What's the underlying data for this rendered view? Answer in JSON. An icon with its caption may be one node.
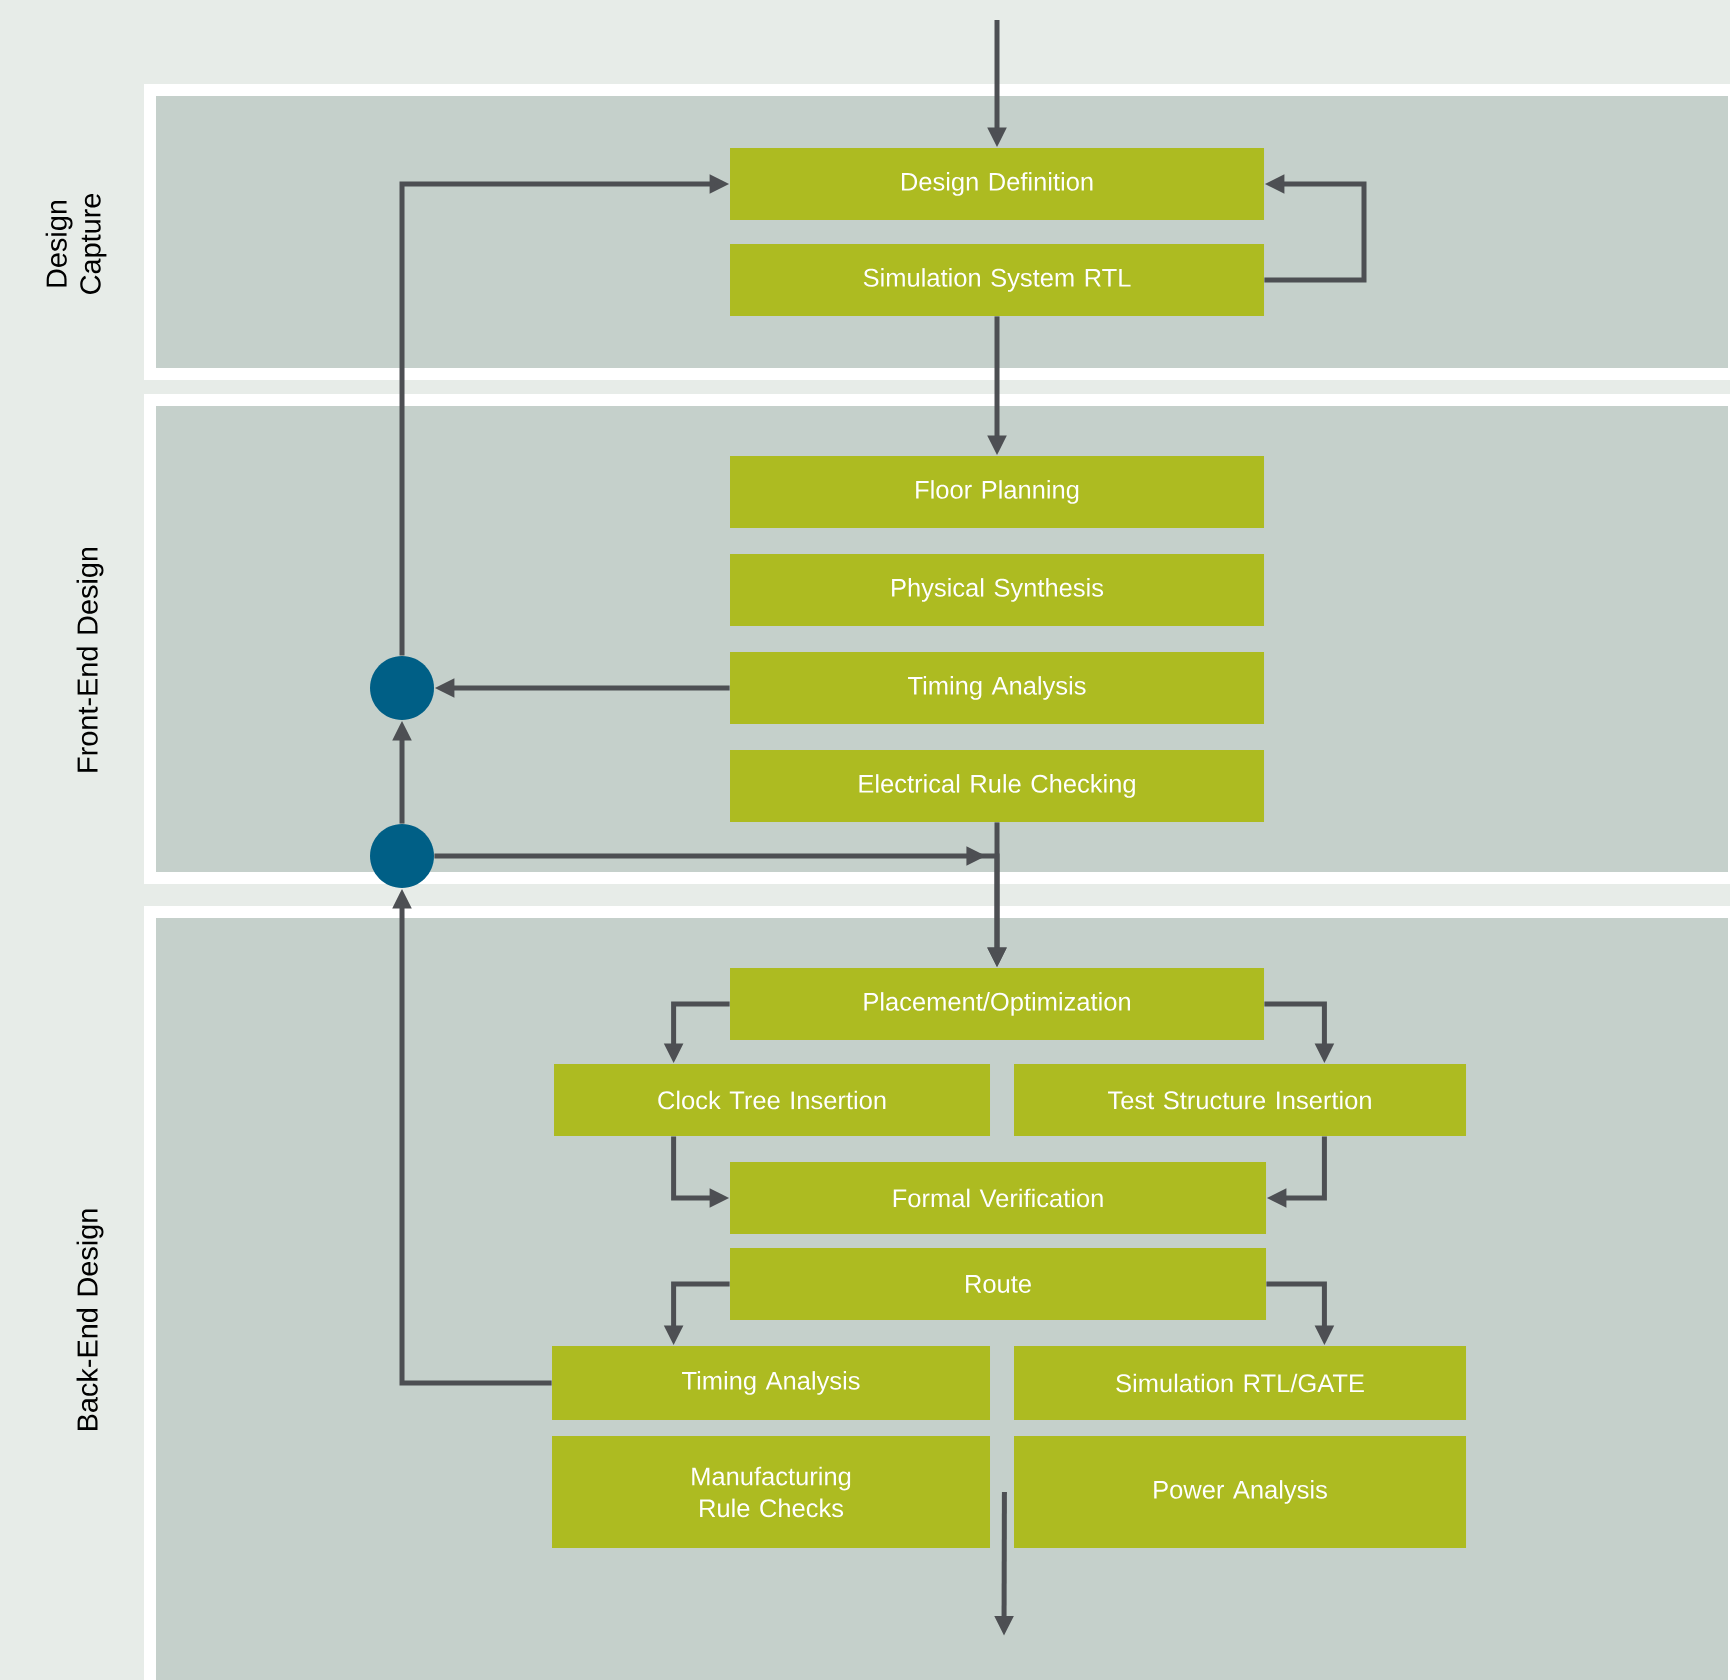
{
  "diagram": {
    "nodes": [
      {
        "text": [
          "Design Capture"
        ]
      },
      {
        "text": [
          "Design Definition"
        ],
        "in": 0
      },
      {
        "text": [
          "Simulation System RTL"
        ],
        "in": 0
      },
      {
        "text": [
          "Front-End Design"
        ]
      },
      {
        "text": [
          "Floor Planning"
        ],
        "in": 3
      },
      {
        "text": [
          "Physical Synthesis"
        ],
        "in": 3
      },
      {
        "text": [
          "Timing Analysis"
        ],
        "in": 3
      },
      {
        "text": [
          "Electrical Rule Checking"
        ],
        "in": 3
      },
      {
        "text": [],
        "shape": "circle",
        "in": 3
      },
      {
        "text": [],
        "shape": "circle",
        "in": 3
      },
      {
        "text": [
          "Back-End Design"
        ]
      },
      {
        "text": [
          "Placement/Optimization"
        ],
        "in": 10
      },
      {
        "text": [
          "Clock Tree Insertion"
        ],
        "in": 10
      },
      {
        "text": [
          "Test Structure Insertion"
        ],
        "in": 10
      },
      {
        "text": [
          "Formal Verification"
        ],
        "in": 10
      },
      {
        "text": [
          "Route"
        ],
        "in": 10
      },
      {
        "text": [
          "Timing Analysis"
        ],
        "in": 10
      },
      {
        "text": [
          "Simulation RTL/GATE"
        ],
        "in": 10
      },
      {
        "text": [
          "Manufacturing Rule Checks"
        ],
        "in": 10
      },
      {
        "text": [
          "Power Analysis"
        ],
        "in": 10
      }
    ],
    "edges": [
      {
        "from": null,
        "to": 1,
        "arrow": "to"
      },
      {
        "from": 2,
        "to": 1,
        "arrow": "to"
      },
      {
        "from": 2,
        "to": 4,
        "arrow": "to"
      },
      {
        "from": 6,
        "to": 8,
        "arrow": "to"
      },
      {
        "from": 9,
        "to": 8,
        "arrow": "to"
      },
      {
        "from": 8,
        "to": 1,
        "arrow": "to"
      },
      {
        "from": 7,
        "to": 11,
        "arrow": "to"
      },
      {
        "from": 9,
        "to": 11,
        "arrow": "to"
      },
      {
        "from": 11,
        "to": 12,
        "arrow": "to"
      },
      {
        "from": 11,
        "to": 13,
        "arrow": "to"
      },
      {
        "from": 12,
        "to": 14,
        "arrow": "to"
      },
      {
        "from": 13,
        "to": 14,
        "arrow": "to"
      },
      {
        "from": 15,
        "to": 16,
        "arrow": "to"
      },
      {
        "from": 15,
        "to": 17,
        "arrow": "to"
      },
      {
        "from": 16,
        "to": 9,
        "arrow": "to"
      },
      {
        "from": 18,
        "to": null,
        "arrow": "to"
      }
    ]
  }
}
